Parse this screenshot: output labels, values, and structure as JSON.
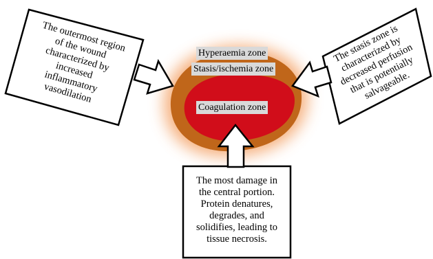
{
  "colors": {
    "glow": "#f4a46a",
    "hyperaemia": "#c0661a",
    "coagulation": "#d10d1a",
    "label_background": "#d9d9d9",
    "outline": "#000000"
  },
  "zones": {
    "hyperaemia": "Hyperaemia zone",
    "stasis": "Stasis/ischemia zone",
    "coagulation": "Coagulation zone"
  },
  "callouts": {
    "left": {
      "lines": [
        "The outermost region",
        "of the wound",
        "characterized by",
        "increased",
        "inflammatory",
        "vasodilation"
      ]
    },
    "right": {
      "lines": [
        "The stasis zone is",
        "characterized by",
        "decreased perfusion",
        "that is potentially",
        "salvageable."
      ]
    },
    "bottom": {
      "lines": [
        "The most damage in",
        "the central portion.",
        "Protein denatures,",
        "degrades, and",
        "solidifies, leading to",
        "tissue necrosis."
      ]
    }
  }
}
